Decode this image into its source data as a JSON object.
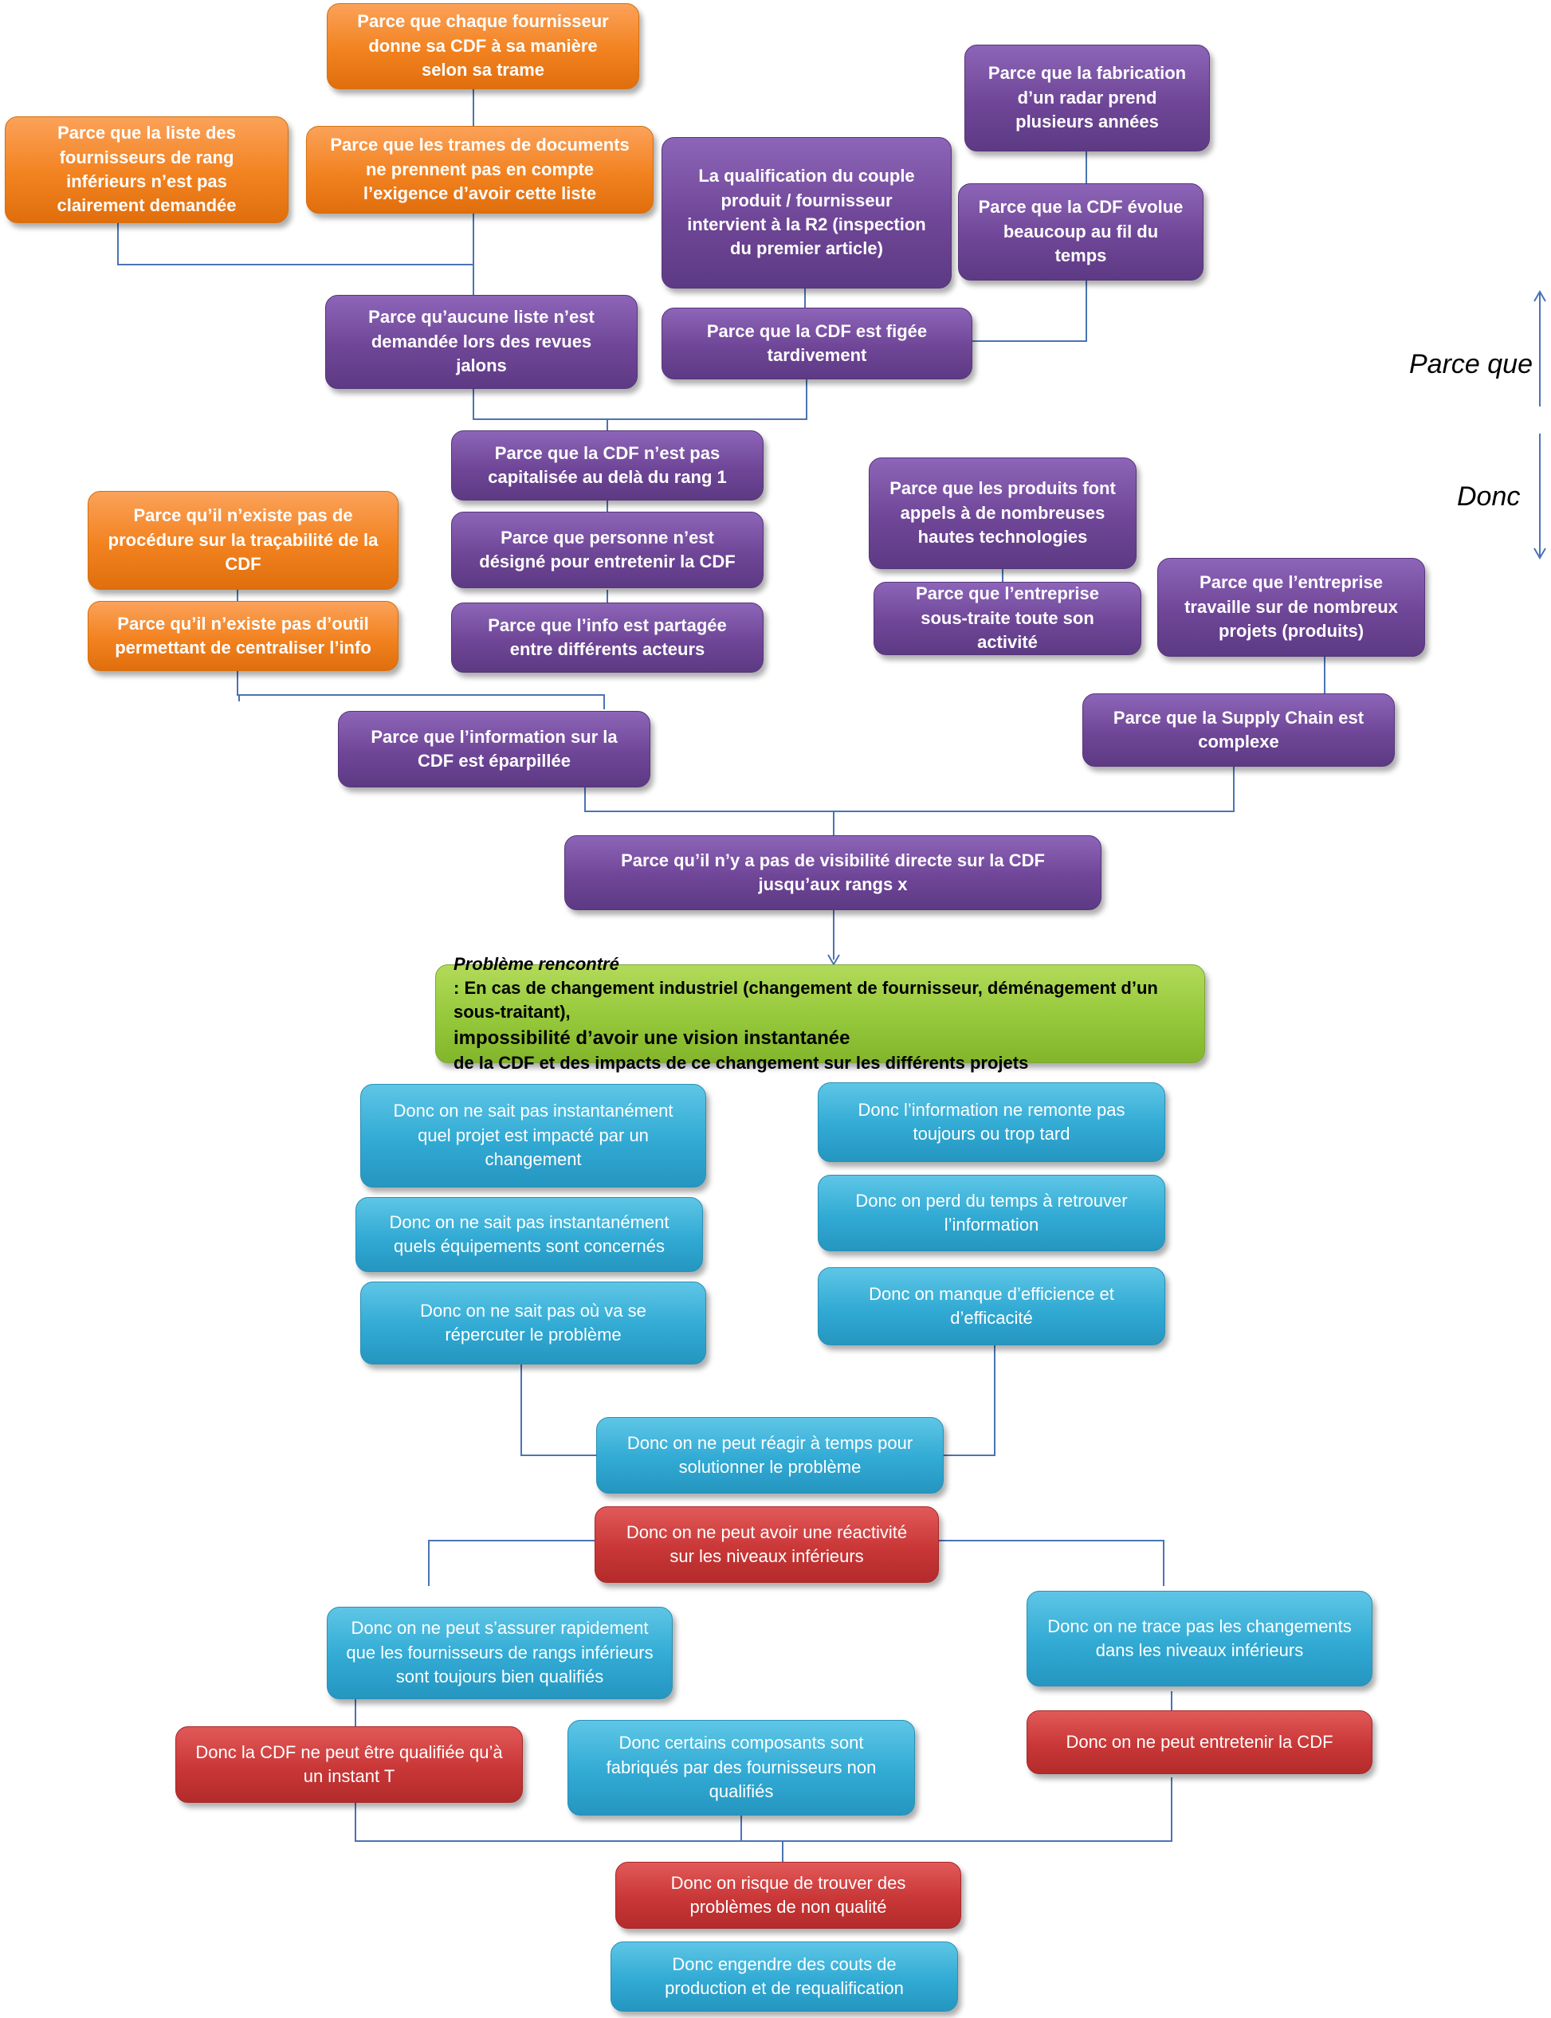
{
  "colors": {
    "orange": "#f2821f",
    "purple": "#6f4697",
    "blue": "#31aad4",
    "red": "#c93737",
    "green": "#95c83a",
    "connector": "#4a74b4"
  },
  "legend": {
    "up_label": "Parce que",
    "down_label": "Donc"
  },
  "causes": {
    "c1": "Parce que chaque fournisseur donne sa CDF à sa manière selon sa trame",
    "c2": "Parce que la liste des fournisseurs de rang inférieurs n’est pas clairement demandée",
    "c3": "Parce que les trames de documents ne prennent pas en compte l’exigence d’avoir cette liste",
    "c4": "Parce que la fabrication d’un radar prend plusieurs années",
    "c5": "La qualification du couple produit / fournisseur intervient à la R2 (inspection du premier article)",
    "c6": "Parce que la CDF évolue beaucoup au fil du temps",
    "c7": "Parce qu’aucune liste n’est demandée lors des revues jalons",
    "c8": "Parce que la CDF est figée tardivement",
    "c9": "Parce que la CDF n’est pas capitalisée au delà du rang 1",
    "c10": "Parce que personne n’est désigné pour entretenir la CDF",
    "c11": "Parce que l’info est partagée entre différents acteurs",
    "c12": "Parce qu’il n’existe pas de procédure sur la traçabilité de la CDF",
    "c13": "Parce qu’il n’existe pas d’outil permettant de centraliser l’info",
    "c14": "Parce que les produits font appels à de nombreuses hautes technologies",
    "c15": "Parce que l’entreprise sous-traite toute son activité",
    "c16": "Parce que l’entreprise travaille sur de nombreux projets (produits)",
    "c17": "Parce que l’information sur la CDF est éparpillée",
    "c18": "Parce que la Supply Chain est complexe",
    "c19": "Parce qu’il n’y a pas de visibilité directe sur la CDF jusqu’aux rangs x"
  },
  "problem": {
    "label": "Problème rencontré",
    "text_part1": " : En cas de changement industriel (changement de fournisseur, déménagement d’un sous-traitant), ",
    "emphasis": "impossibilité d’avoir une vision instantanée",
    "text_part2": " de la CDF et des impacts de ce changement  sur les différents projets"
  },
  "consequences": {
    "d1": "Donc on ne sait pas instantanément quel projet est impacté par un changement",
    "d2": "Donc on ne sait pas instantanément quels équipements sont concernés",
    "d3": "Donc on ne sait pas où va se répercuter le problème",
    "d4": "Donc l’information ne remonte pas toujours ou trop tard",
    "d5": "Donc on perd du temps à retrouver l’information",
    "d6": "Donc on manque d’efficience et d’efficacité",
    "d7": "Donc on ne peut réagir à temps pour solutionner le problème",
    "d8": "Donc on ne peut avoir une réactivité sur les niveaux inférieurs",
    "d9": "Donc on ne peut s’assurer rapidement que les fournisseurs de rangs inférieurs sont toujours bien qualifiés",
    "d10": "Donc on ne trace pas les changements dans les niveaux inférieurs",
    "d11": "Donc la CDF ne peut être qualifiée qu’à un instant T",
    "d12": "Donc certains composants sont fabriqués par des fournisseurs non qualifiés",
    "d13": "Donc on ne peut entretenir la CDF",
    "d14": "Donc on risque de trouver des problèmes de non qualité",
    "d15": "Donc engendre des couts de production et de requalification"
  }
}
